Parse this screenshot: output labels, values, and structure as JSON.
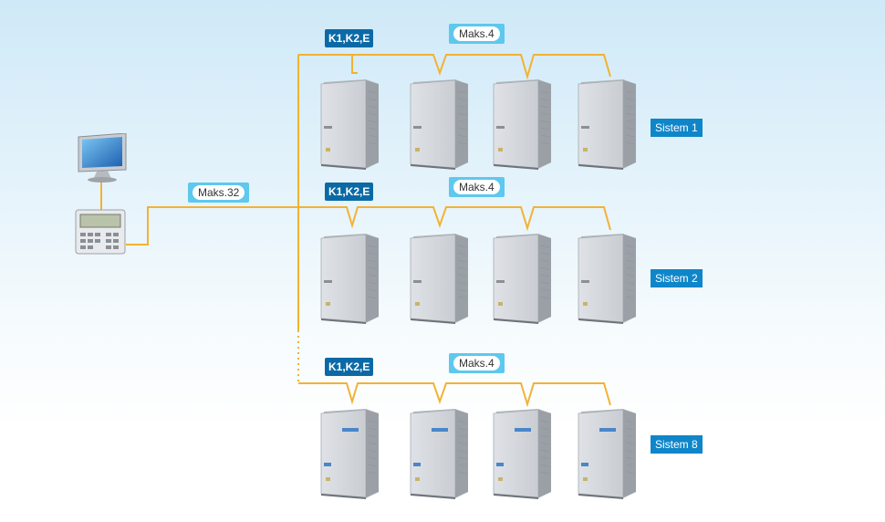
{
  "diagram": {
    "controller_link_label": "Maks.32",
    "systems": [
      {
        "bus_label": "K1,K2,E",
        "max_label": "Maks.4",
        "name": "Sistem 1",
        "units": 4
      },
      {
        "bus_label": "K1,K2,E",
        "max_label": "Maks.4",
        "name": "Sistem 2",
        "units": 4
      },
      {
        "bus_label": "K1,K2,E",
        "max_label": "Maks.4",
        "name": "Sistem 8",
        "units": 4
      }
    ],
    "colors": {
      "wire": "#f2b233",
      "label_dark": "#0b6aa6",
      "label_light": "#5ec8ee",
      "system_tag": "#0f86c9"
    },
    "icons": [
      "computer-monitor-icon",
      "central-controller-icon",
      "outdoor-unit-icon"
    ]
  }
}
